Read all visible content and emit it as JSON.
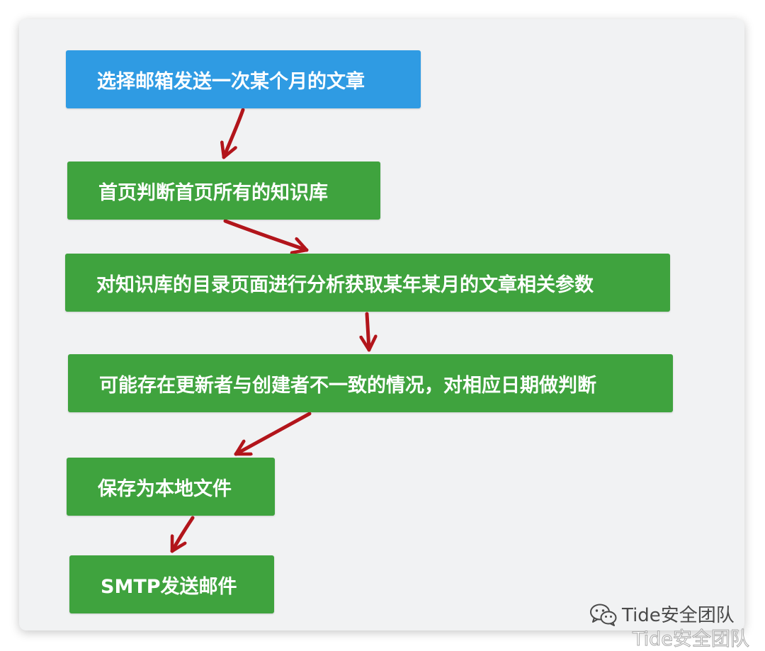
{
  "flowchart": {
    "nodes": [
      {
        "id": "n1",
        "label": "选择邮箱发送一次某个月的文章",
        "color": "#2f9be3"
      },
      {
        "id": "n2",
        "label": "首页判断首页所有的知识库",
        "color": "#3fa33e"
      },
      {
        "id": "n3",
        "label": "对知识库的目录页面进行分析获取某年某月的文章相关参数",
        "color": "#3fa33e"
      },
      {
        "id": "n4",
        "label": "可能存在更新者与创建者不一致的情况，对相应日期做判断",
        "color": "#3fa33e"
      },
      {
        "id": "n5",
        "label": "保存为本地文件",
        "color": "#3fa33e"
      },
      {
        "id": "n6",
        "label": "SMTP发送邮件",
        "color": "#3fa33e"
      }
    ],
    "edges": [
      {
        "from": "n1",
        "to": "n2"
      },
      {
        "from": "n2",
        "to": "n3"
      },
      {
        "from": "n3",
        "to": "n4"
      },
      {
        "from": "n4",
        "to": "n5"
      },
      {
        "from": "n5",
        "to": "n6"
      }
    ],
    "edge_color": "#b2151b"
  },
  "watermark": {
    "line1": "Tide安全团队",
    "line2": "Tide安全团队",
    "icon": "wechat-icon"
  }
}
